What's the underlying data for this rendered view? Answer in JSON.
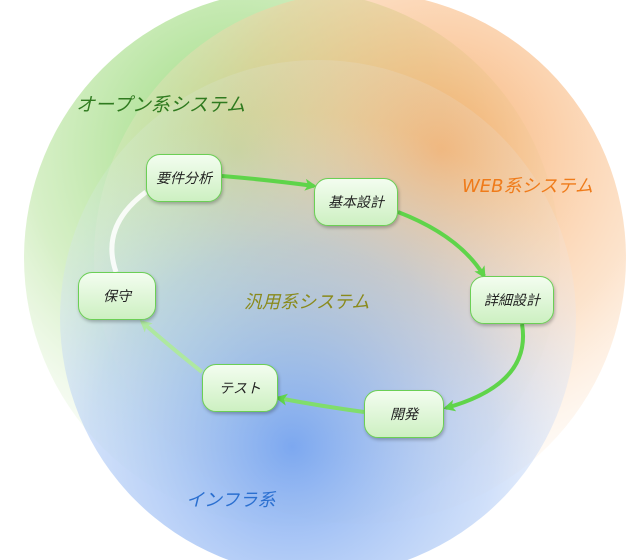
{
  "regions": {
    "open": "オープン系システム",
    "web": "WEB系システム",
    "general": "汎用系システム",
    "infra": "インフラ系"
  },
  "phases": [
    "要件分析",
    "基本設計",
    "詳細設計",
    "開発",
    "テスト",
    "保守"
  ],
  "colors": {
    "open": "#7ed05a",
    "web": "#f7a35a",
    "infra": "#6f9ff0",
    "node_border": "#6bcf55",
    "arrow": "#5fd44a"
  }
}
